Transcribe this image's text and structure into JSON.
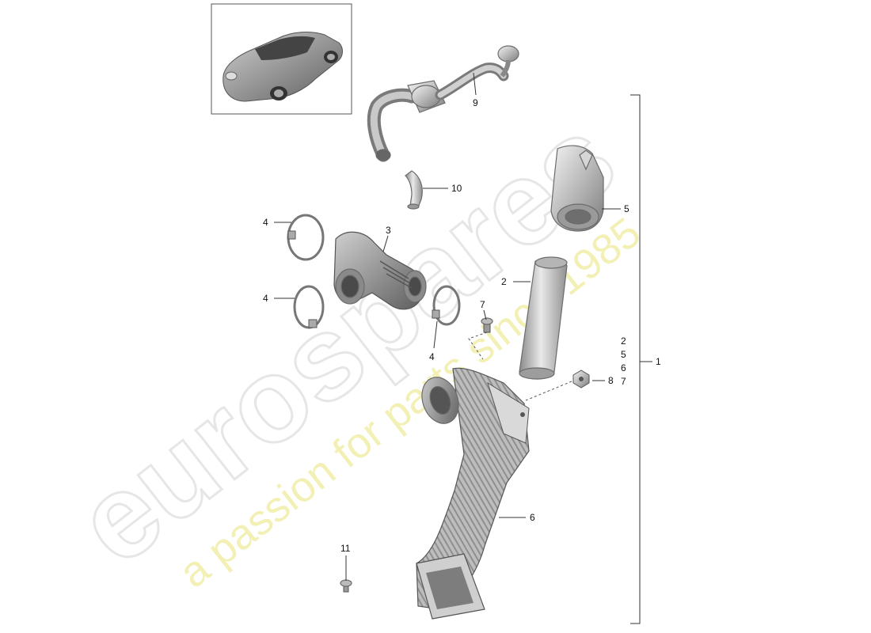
{
  "watermark": {
    "brand": "eurospares",
    "tagline": "a passion for parts since 1985"
  },
  "callouts": [
    {
      "id": "c9",
      "label": "9"
    },
    {
      "id": "c10",
      "label": "10"
    },
    {
      "id": "c5",
      "label": "5"
    },
    {
      "id": "c4a",
      "label": "4"
    },
    {
      "id": "c3",
      "label": "3"
    },
    {
      "id": "c4b",
      "label": "4"
    },
    {
      "id": "c2",
      "label": "2"
    },
    {
      "id": "c7",
      "label": "7"
    },
    {
      "id": "c4c",
      "label": "4"
    },
    {
      "id": "c8",
      "label": "8"
    },
    {
      "id": "c6",
      "label": "6"
    },
    {
      "id": "c11",
      "label": "11"
    },
    {
      "id": "c1",
      "label": "1"
    }
  ],
  "assembly_group": {
    "label": "1",
    "contains": [
      "2",
      "5",
      "6",
      "7"
    ]
  }
}
